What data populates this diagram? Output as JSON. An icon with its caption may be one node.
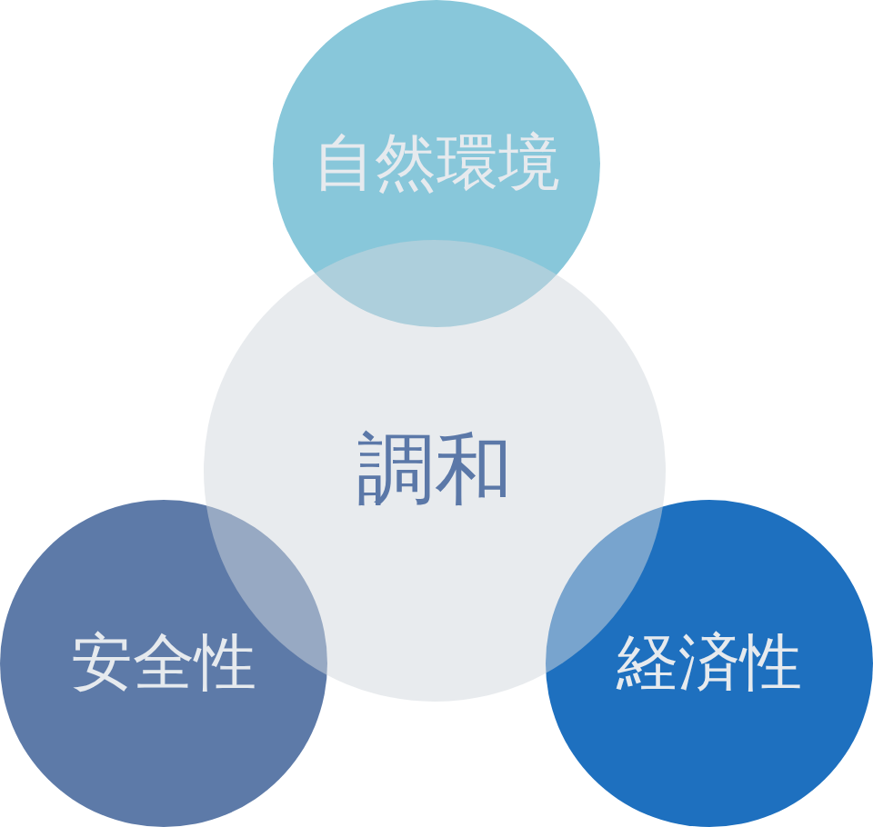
{
  "diagram": {
    "nodes": [
      {
        "text": [
          "自然環境"
        ]
      },
      {
        "text": [
          "調和"
        ]
      },
      {
        "text": [
          "安全性"
        ]
      },
      {
        "text": [
          "経済性"
        ]
      }
    ]
  }
}
